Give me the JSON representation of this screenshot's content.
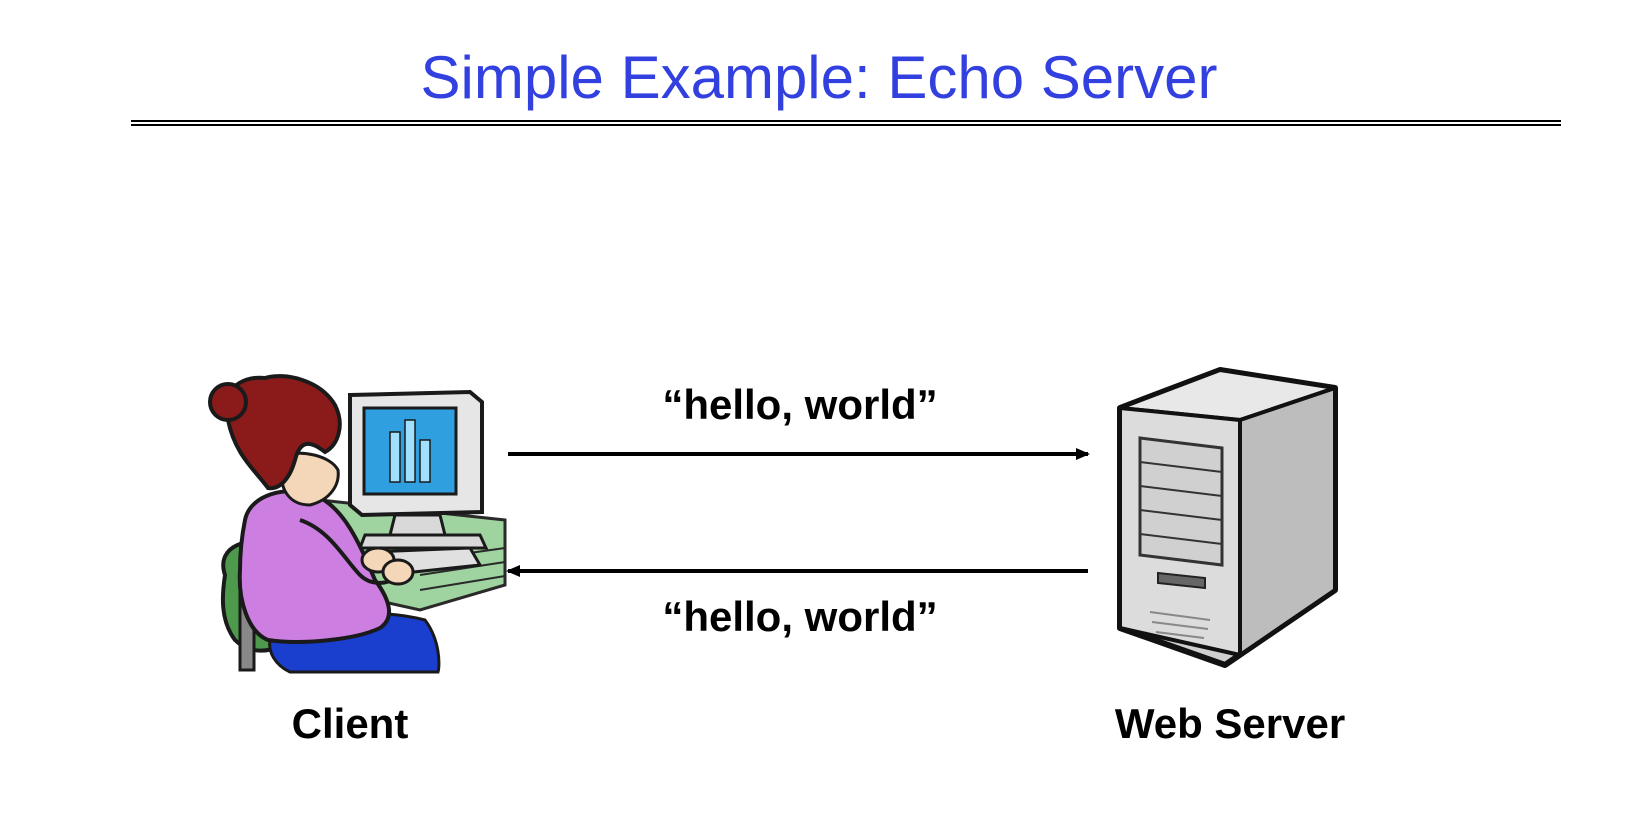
{
  "title": "Simple Example: Echo Server",
  "nodes": {
    "client": {
      "label": "Client",
      "icon": "client-user-at-computer-icon"
    },
    "server": {
      "label": "Web Server",
      "icon": "server-tower-icon"
    }
  },
  "messages": [
    {
      "direction": "client-to-server",
      "label": "“hello, world”"
    },
    {
      "direction": "server-to-client",
      "label": "“hello, world”"
    }
  ],
  "colors": {
    "title": "#3340e0",
    "text": "#000000",
    "monitor_screen": "#2f9fdf",
    "shirt": "#cc7fe0",
    "hair": "#8b1a1a",
    "chair": "#4d9a4d",
    "desk": "#9fd39f",
    "pants": "#1a3fcf",
    "server_body": "#d4d4d4"
  }
}
